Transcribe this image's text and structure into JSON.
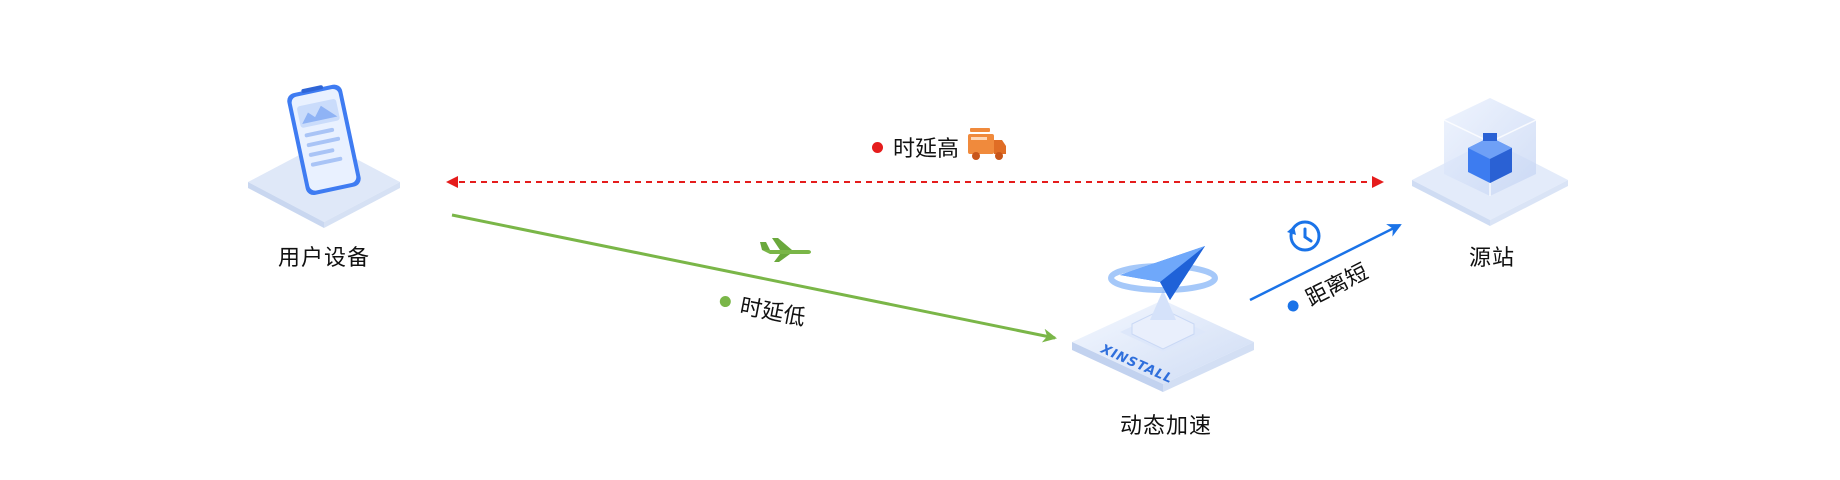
{
  "nodes": {
    "user_device": {
      "label": "用户设备"
    },
    "origin": {
      "label": "源站"
    },
    "accelerator": {
      "label": "动态加速",
      "platform_text": "XINSTALL"
    }
  },
  "edges": {
    "high_latency": {
      "label": "时延高",
      "dot_color": "#e51c1c",
      "line_color": "#e51c1c",
      "icon": "truck-icon"
    },
    "low_latency": {
      "label": "时延低",
      "dot_color": "#7ab648",
      "line_color": "#7ab648",
      "icon": "plane-icon"
    },
    "short_distance": {
      "label": "距离短",
      "dot_color": "#1a73e8",
      "line_color": "#1a73e8",
      "icon": "clock-icon"
    }
  }
}
